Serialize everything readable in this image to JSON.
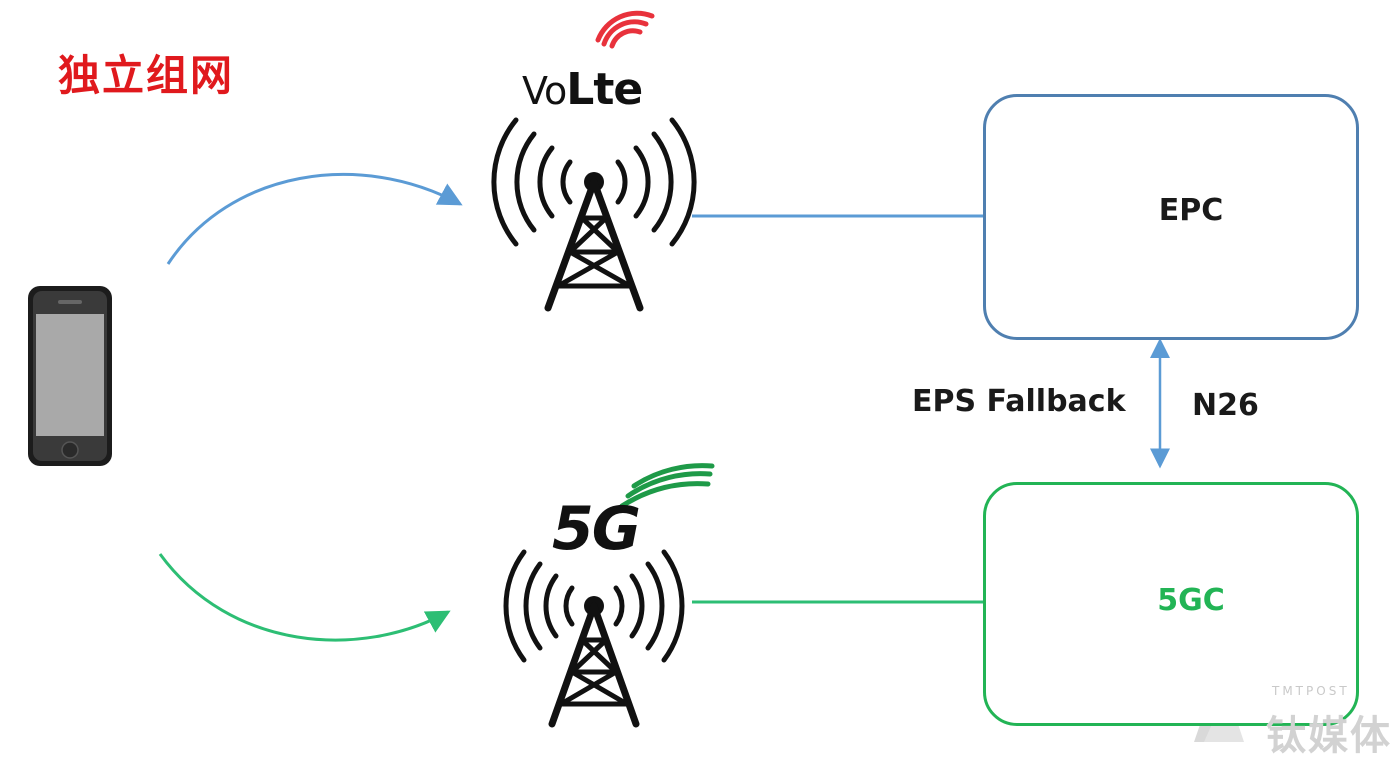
{
  "title": "独立组网",
  "towers": {
    "volte": {
      "logo_prefix": "Vo",
      "logo_suffix": "Lte",
      "icon": "cell-tower-icon"
    },
    "fiveg": {
      "logo": "5G",
      "icon": "cell-tower-icon"
    }
  },
  "nodes": {
    "epc": {
      "label": "EPC",
      "border_color": "#4f7fb0"
    },
    "fivegc": {
      "label": "5GC",
      "border_color": "#22b455"
    }
  },
  "link_labels": {
    "fallback": "EPS Fallback",
    "interface": "N26"
  },
  "device": {
    "icon": "smartphone-icon"
  },
  "colors": {
    "title": "#e0191d",
    "lte_link": "#5b9bd5",
    "nr_link": "#2dbe74",
    "fiveg_arc": "#1e9a48",
    "volte_arc": "#e8323c"
  },
  "watermark": {
    "brand_en": "TMTPOST",
    "brand_cn": "钛媒体"
  }
}
